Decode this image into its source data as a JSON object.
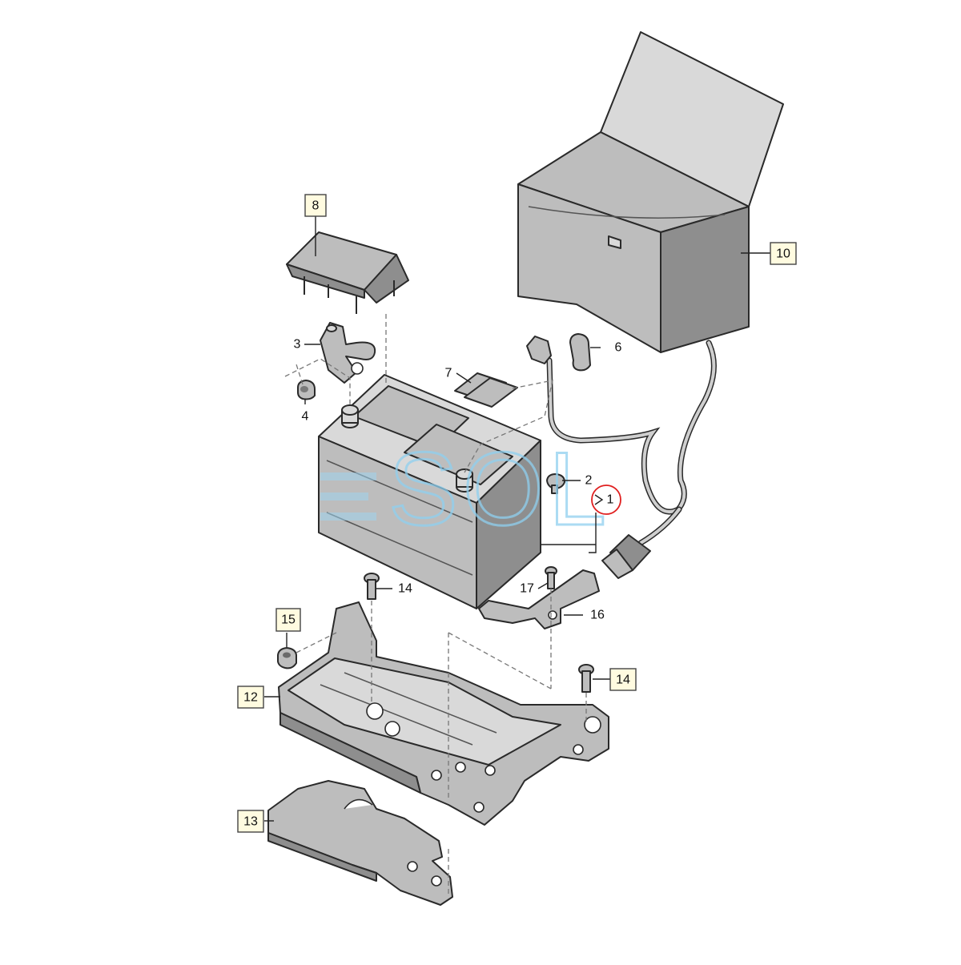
{
  "callouts": {
    "c1": "1",
    "c2": "2",
    "c3": "3",
    "c4": "4",
    "c6": "6",
    "c7": "7",
    "c8": "8",
    "c10": "10",
    "c12": "12",
    "c13": "13",
    "c14a": "14",
    "c14b": "14",
    "c15": "15",
    "c16": "16",
    "c17": "17"
  },
  "watermark": {
    "text": "SOL"
  },
  "colors": {
    "callout_fill": "#fffbe0",
    "highlight_circle": "#e02020",
    "watermark": "#8fd0f0"
  }
}
